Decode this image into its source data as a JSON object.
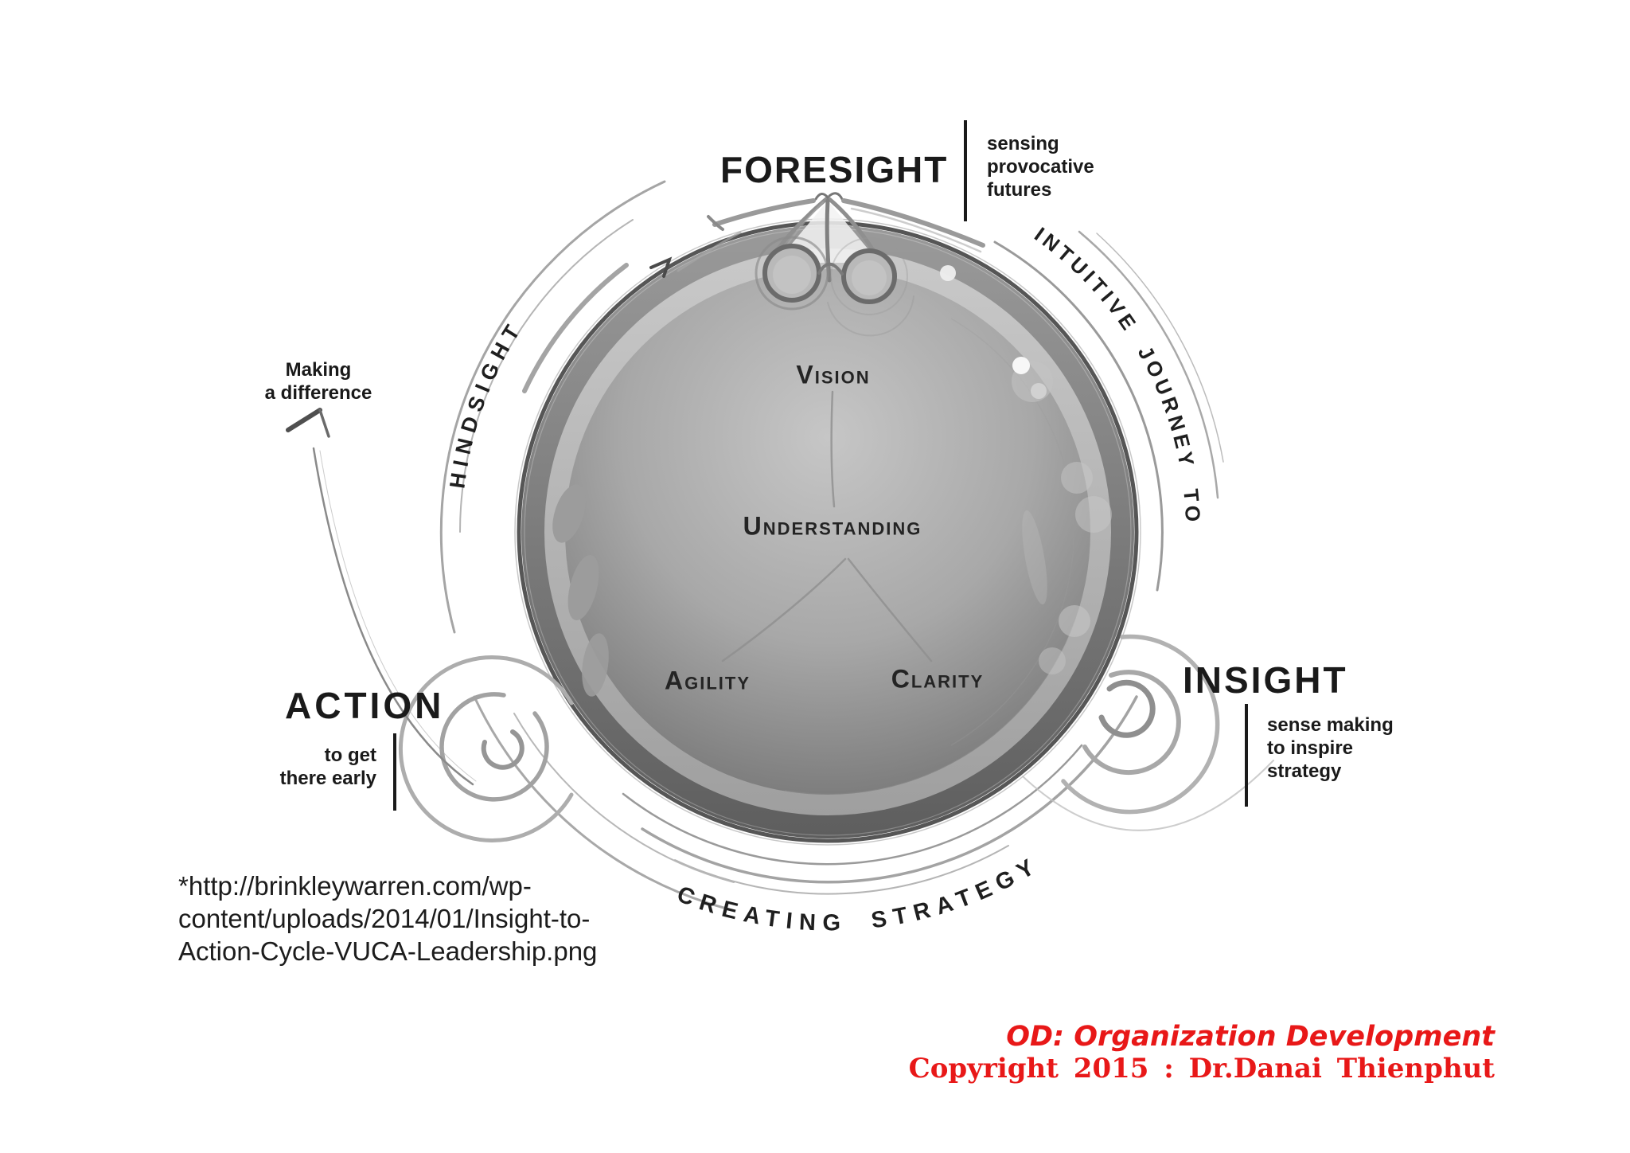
{
  "labels": {
    "foresight": {
      "title": "FORESIGHT",
      "desc_lines": [
        "sensing",
        "provocative",
        "futures"
      ]
    },
    "insight": {
      "title": "INSIGHT",
      "desc_lines": [
        "sense making",
        "to inspire",
        "strategy"
      ]
    },
    "action": {
      "title": "ACTION",
      "desc_lines": [
        "to get",
        "there early"
      ]
    },
    "making_difference_lines": [
      "Making",
      "a difference"
    ],
    "hindsight": "HINDSIGHT",
    "intuitive_journey": "INTUITIVE JOURNEY TO",
    "creating_strategy": "CREATING STRATEGY"
  },
  "vuca": {
    "vision": "Vision",
    "understanding": "Understanding",
    "agility": "Agility",
    "clarity": "Clarity"
  },
  "source_lines": [
    "*http://brinkleywarren.com/wp-",
    "content/uploads/2014/01/Insight-to-",
    "Action-Cycle-VUCA-Leadership.png"
  ],
  "credits": {
    "od_line": "OD: Organization Development",
    "copyright_line": "Copyright  2015  : Dr.Danai  Thienphut",
    "color": "#e81818"
  }
}
